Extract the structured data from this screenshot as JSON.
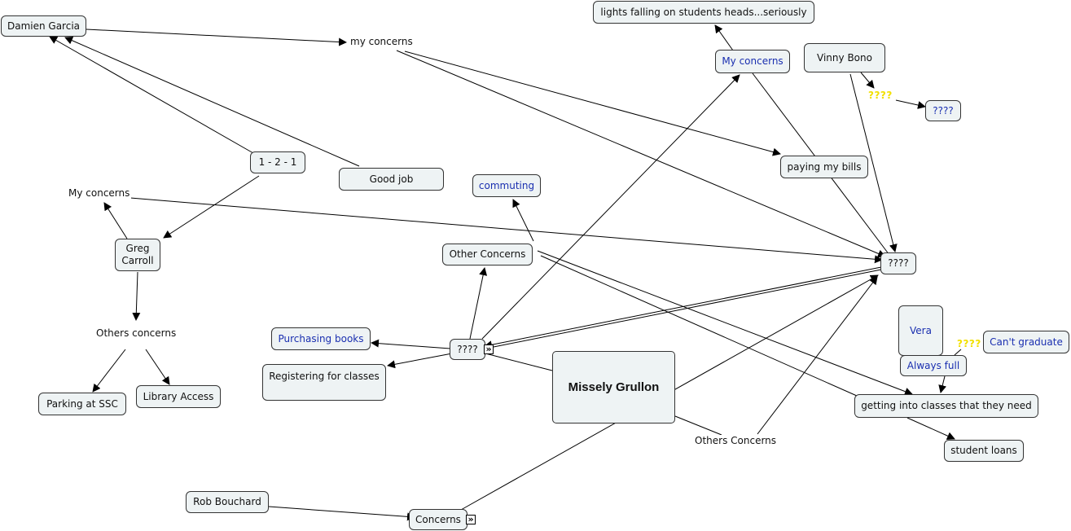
{
  "nodes": {
    "damien_garcia": "Damien Garcia",
    "lights": "lights falling on students heads...seriously",
    "my_concerns_blue": "My concerns",
    "vinny_bono": "Vinny Bono",
    "qqqq_blue_top": "????",
    "paying_bills": "paying my bills",
    "one_two_one": "1 - 2 - 1",
    "good_job": "Good job",
    "commuting": "commuting",
    "greg_carroll": "Greg Carroll",
    "other_concerns": "Other Concerns",
    "qqqq_right": "????",
    "vera": "Vera",
    "cant_graduate": "Can't graduate",
    "always_full": "Always full",
    "purchasing_books": "Purchasing books",
    "qqqq_center": "????",
    "registering": "Registering for classes",
    "missely_grullon": "Missely Grullon",
    "getting_classes": "getting into classes that they need",
    "parking": "Parking at SSC",
    "library": "Library Access",
    "student_loans": "student loans",
    "rob_bouchard": "Rob Bouchard",
    "concerns": "Concerns"
  },
  "labels": {
    "my_concerns_top": "my concerns",
    "my_concerns_left": "My concerns",
    "others_concerns_left": "Others concerns",
    "others_concerns_bottom": "Others Concerns"
  },
  "yellow_labels": {
    "vinny_q": "????",
    "vera_q": "????"
  },
  "expand_glyph": "»",
  "colors": {
    "node_fill": "#eef3f4",
    "blue_text": "#1a2fb0",
    "yellow_text": "#f2e000"
  }
}
